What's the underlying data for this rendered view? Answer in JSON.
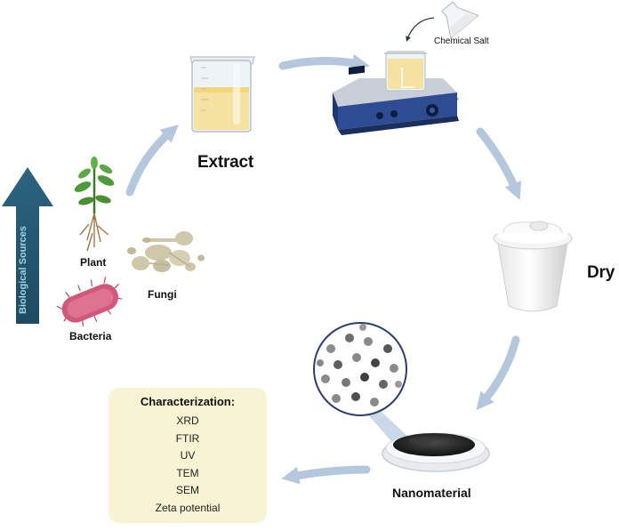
{
  "sources": {
    "arrow_label": "Biological Sources",
    "plant_label": "Plant",
    "fungi_label": "Fungi",
    "bacteria_label": "Bacteria"
  },
  "steps": {
    "extract_label": "Extract",
    "chemical_salt_label": "Chemical Salt",
    "dry_label": "Dry",
    "nanomaterial_label": "Nanomaterial"
  },
  "characterization": {
    "title": "Characterization:",
    "methods": [
      "XRD",
      "FTIR",
      "UV",
      "TEM",
      "SEM",
      "Zeta potential"
    ]
  },
  "colors": {
    "flow_arrow": "#b4c7dc",
    "source_arrow": "#2b6480",
    "box_background": "#f7f3d3",
    "extract_liquid": "#f5e2a0",
    "stirrer_body": "#2d4c93",
    "bacteria": "#d2587a",
    "fungi": "#cfc7aa"
  }
}
